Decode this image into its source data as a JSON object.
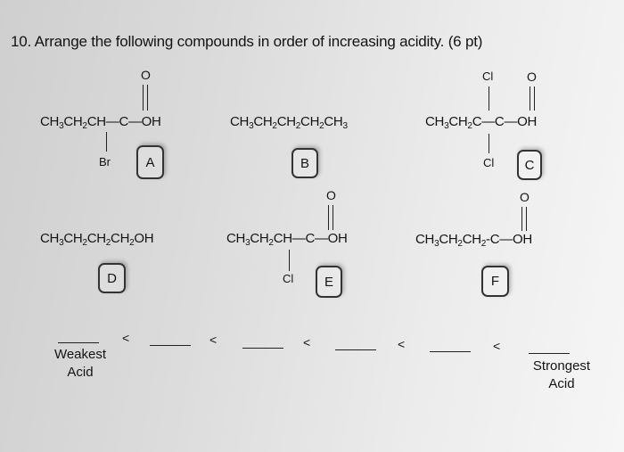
{
  "question": {
    "text": "10. Arrange the following compounds in order of increasing acidity. (6 pt)"
  },
  "compounds": {
    "A": {
      "label": "A",
      "chain": "CH3CH2CH—C—OH",
      "top": "O",
      "sub": "Br"
    },
    "B": {
      "label": "B",
      "chain": "CH3CH2CH2CH2CH3"
    },
    "C": {
      "label": "C",
      "chain": "CH3CH2C—C—OH",
      "top1": "Cl",
      "top2": "O",
      "sub": "Cl"
    },
    "D": {
      "label": "D",
      "chain": "CH3CH2CH2CH2OH"
    },
    "E": {
      "label": "E",
      "chain": "CH3CH2CH—C—OH",
      "top": "O",
      "sub": "Cl"
    },
    "F": {
      "label": "F",
      "chain": "CH3CH2CH2-C—OH",
      "top": "O"
    }
  },
  "ranking": {
    "less_than": "<",
    "weakest_line1": "Weakest",
    "weakest_line2": "Acid",
    "strongest_line1": "Strongest",
    "strongest_line2": "Acid",
    "answers": [
      "",
      "",
      "",
      "",
      "",
      ""
    ]
  }
}
